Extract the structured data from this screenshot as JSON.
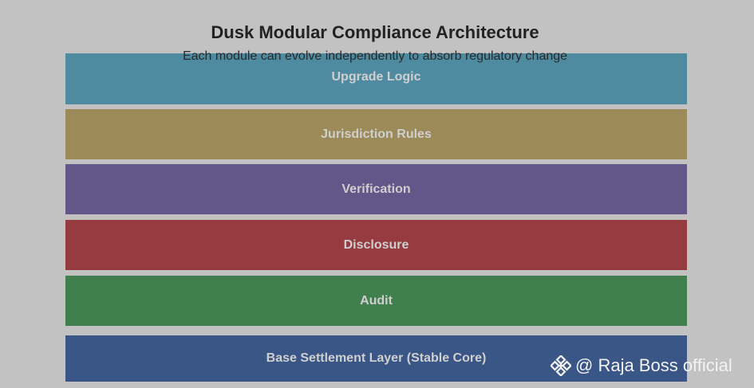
{
  "title": "Dusk Modular Compliance Architecture",
  "subtitle": "Each module can evolve independently to absorb regulatory change",
  "layers": [
    {
      "label": "Upgrade Logic",
      "color": "#4e8ba1"
    },
    {
      "label": "Jurisdiction Rules",
      "color": "#9c8b58"
    },
    {
      "label": "Verification",
      "color": "#635689"
    },
    {
      "label": "Disclosure",
      "color": "#963c40"
    },
    {
      "label": "Audit",
      "color": "#417f4f"
    },
    {
      "label": "Base Settlement Layer (Stable Core)",
      "color": "#3a5686"
    }
  ],
  "watermark": {
    "icon": "binance-logo-icon",
    "text": "@ Raja Boss official"
  }
}
